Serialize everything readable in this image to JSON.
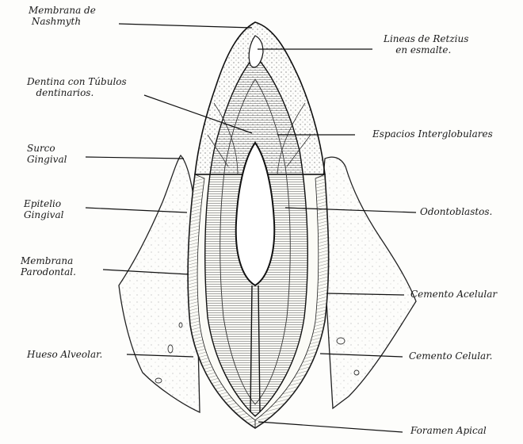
{
  "figure": {
    "labels_left": {
      "membrana_nashmyth": "Membrana de\n Nashmyth",
      "dentina_tubulos": "Dentina con Túbulos\n   dentinarios.",
      "surco_gingival": "Surco\nGingival",
      "epitelio_gingival": "Epitelio\nGingival",
      "membrana_parodontal": "Membrana\nParodontal.",
      "hueso_alveolar": "Hueso Alveolar."
    },
    "labels_right": {
      "lineas_retzius": "Lineas de Retzius\n    en esmalte.",
      "espacios_interglobulares": "Espacios Interglobulares",
      "odontoblastos": "Odontoblastos.",
      "cemento_acelular": "Cemento Acelular",
      "cemento_celular": "Cemento Celular.",
      "foramen_apical": "Foramen Apical"
    }
  }
}
